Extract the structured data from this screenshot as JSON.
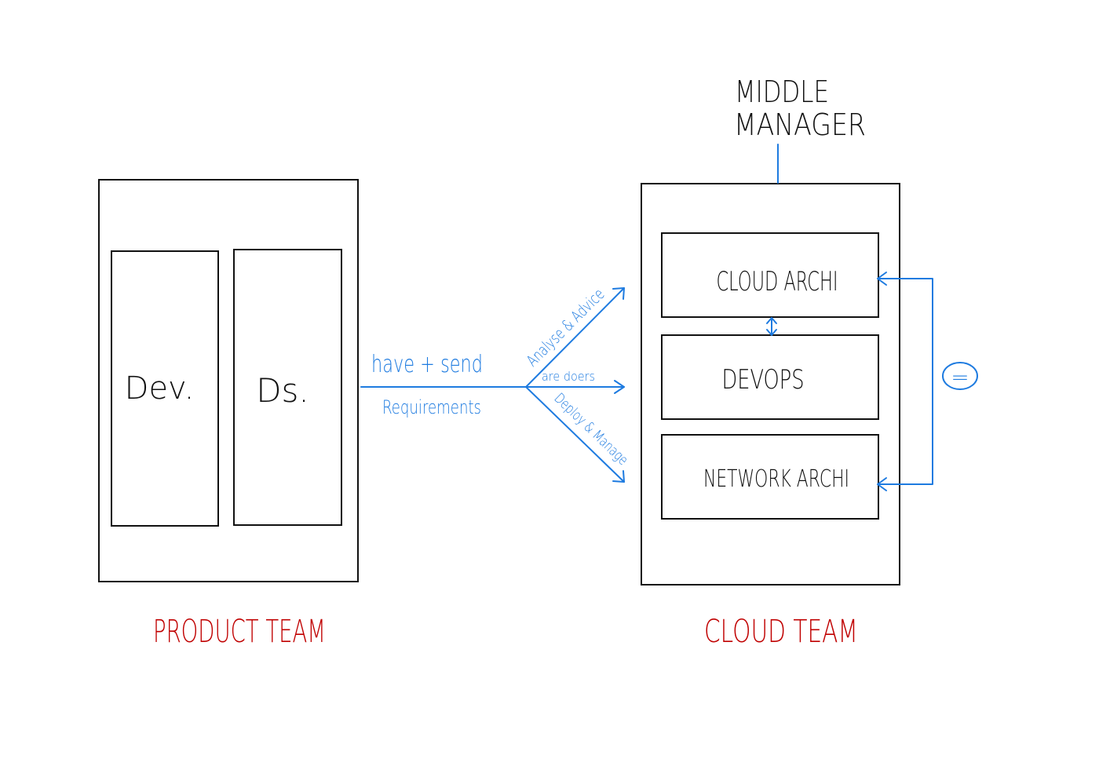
{
  "colors": {
    "ink": "#111111",
    "connector": "#1e7be0",
    "team_label": "#c00000"
  },
  "middle_manager": {
    "line1": "MIDDLE",
    "line2": "MANAGER"
  },
  "product_team": {
    "label": "PRODUCT TEAM",
    "members": [
      "Dev.",
      "Ds."
    ]
  },
  "cloud_team": {
    "label": "CLOUD TEAM",
    "roles": [
      "CLOUD ARCHI",
      "DEVOPS",
      "NETWORK ARCHI"
    ]
  },
  "flow": {
    "main_top": "have + send",
    "main_bottom": "Requirements",
    "upper_branch": "Analyse & Advice",
    "middle_branch": "are doers",
    "lower_branch": "Deploy & Manage"
  },
  "feedback_symbol": "="
}
